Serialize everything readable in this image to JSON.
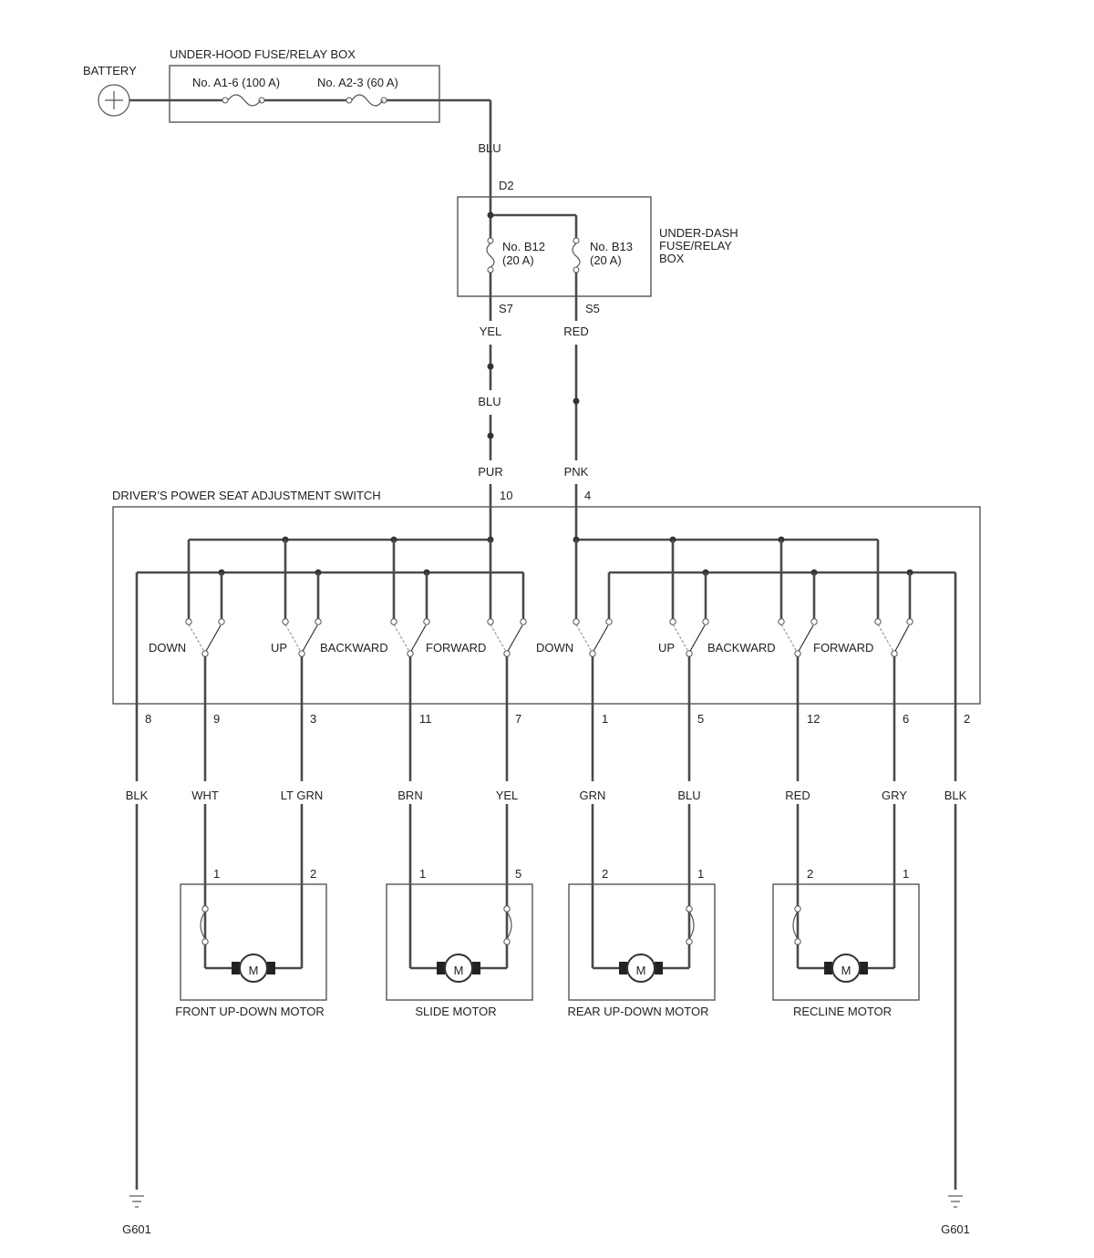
{
  "battery": {
    "label": "BATTERY"
  },
  "underhood": {
    "title": "UNDER-HOOD FUSE/RELAY BOX",
    "fuse1": "No. A1-6 (100 A)",
    "fuse2": "No. A2-3 (60 A)"
  },
  "underdash": {
    "title_line1": "UNDER-DASH",
    "title_line2": "FUSE/RELAY",
    "title_line3": "BOX",
    "fuse_b12_line1": "No. B12",
    "fuse_b12_line2": "(20 A)",
    "fuse_b13_line1": "No. B13",
    "fuse_b13_line2": "(20 A)",
    "terminal_in": "D2",
    "terminal_s7": "S7",
    "terminal_s5": "S5"
  },
  "wires": {
    "feed": "BLU",
    "s7_out": "YEL",
    "mid": "BLU",
    "switch_in_left": "PUR",
    "s5_out": "RED",
    "switch_in_right": "PNK"
  },
  "switch": {
    "title": "DRIVER’S POWER SEAT ADJUSTMENT SWITCH",
    "input_pin_left": "10",
    "input_pin_right": "4",
    "labels": [
      "DOWN",
      "UP",
      "BACKWARD",
      "FORWARD",
      "DOWN",
      "UP",
      "BACKWARD",
      "FORWARD"
    ],
    "pins": [
      "8",
      "9",
      "3",
      "11",
      "7",
      "1",
      "5",
      "12",
      "6",
      "2"
    ],
    "wire_colors": [
      "BLK",
      "WHT",
      "LT GRN",
      "BRN",
      "YEL",
      "GRN",
      "BLU",
      "RED",
      "GRY",
      "BLK"
    ]
  },
  "motors": [
    {
      "name": "FRONT UP-DOWN MOTOR",
      "pin_left": "1",
      "pin_right": "2",
      "symbol": "M"
    },
    {
      "name": "SLIDE MOTOR",
      "pin_left": "1",
      "pin_right": "5",
      "symbol": "M"
    },
    {
      "name": "REAR UP-DOWN MOTOR",
      "pin_left": "2",
      "pin_right": "1",
      "symbol": "M"
    },
    {
      "name": "RECLINE MOTOR",
      "pin_left": "2",
      "pin_right": "1",
      "symbol": "M"
    }
  ],
  "grounds": [
    "G601",
    "G601"
  ]
}
